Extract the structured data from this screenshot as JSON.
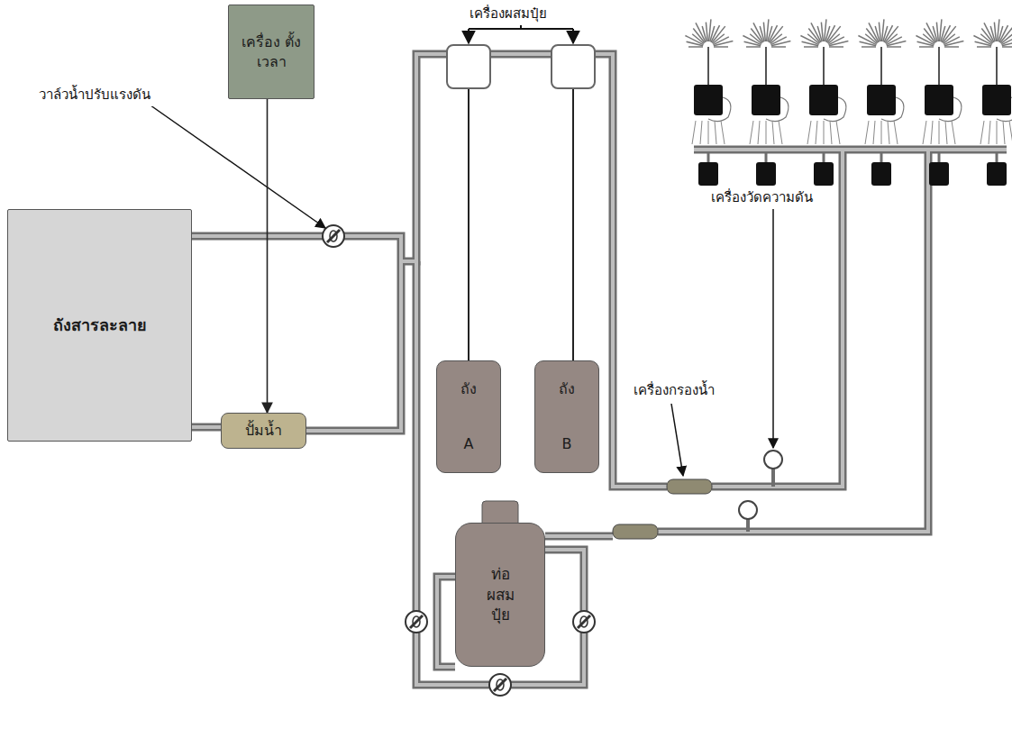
{
  "diagram": {
    "nodes": [
      {
        "text": [
          "เครื่อง ตั้งเวลา"
        ]
      },
      {
        "text": [
          "ถังสารละลาย"
        ]
      },
      {
        "text": [
          "ปั้มน้ำ"
        ]
      },
      {
        "text": [
          "ถัง",
          "A"
        ]
      },
      {
        "text": [
          "ถัง",
          "B"
        ]
      },
      {
        "text": [
          "ท่อ ผสม ปุ๋ย"
        ]
      }
    ],
    "edges": [
      {
        "from": 0,
        "to": 2,
        "arrow": "to"
      },
      {
        "from": 1,
        "to": 2,
        "arrow": "none"
      }
    ],
    "labels": [
      "วาล์วน้ำปรับแรงดัน",
      "เครื่องผสมปุ๋ย",
      "เครื่องกรองน้ำ",
      "เครื่องวัดความดัน"
    ]
  }
}
